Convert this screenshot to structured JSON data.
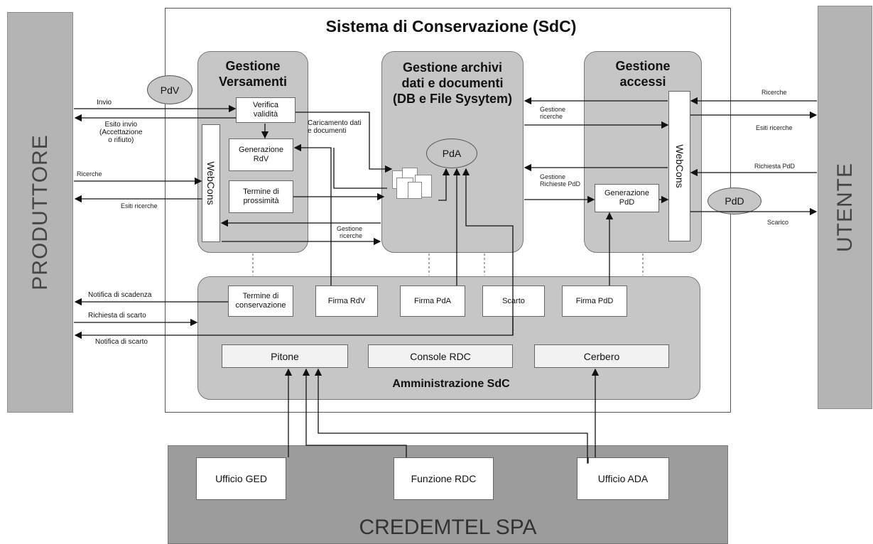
{
  "diagram": {
    "title": "Sistema di Conservazione (SdC)",
    "left_actor": "PRODUTTORE",
    "right_actor": "UTENTE",
    "bottom_org": "CREDEMTEL SPA",
    "pdv": "PdV",
    "pda": "PdA",
    "pdd": "PdD",
    "versamenti": {
      "title": "Gestione\nVersamenti",
      "verifica": "Verifica\nvalidità",
      "generazione_rdv": "Generazione\nRdV",
      "termine_prossimita": "Termine di\nprossimità",
      "webcons": "WebCons"
    },
    "archivi": {
      "title": "Gestione archivi\ndati e documenti\n(DB e File Sysytem)"
    },
    "accessi": {
      "title": "Gestione\naccessi",
      "webcons": "WebCons",
      "generazione_pdd": "Generazione\nPdD"
    },
    "amministrazione": {
      "title": "Amministrazione SdC",
      "termine_conservazione": "Termine di\nconservazione",
      "firma_rdv": "Firma RdV",
      "firma_pda": "Firma PdA",
      "scarto": "Scarto",
      "firma_pdd": "Firma PdD",
      "pitone": "Pitone",
      "console_rdc": "Console RDC",
      "cerbero": "Cerbero"
    },
    "credemtel": {
      "ufficio_ged": "Ufficio GED",
      "funzione_rdc": "Funzione RDC",
      "ufficio_ada": "Ufficio ADA"
    },
    "flow_labels": {
      "invio": "Invio",
      "esito_invio": "Esito invio\n(Accettazione\no rifiuto)",
      "ricerche_left": "Ricerche",
      "esiti_ricerche_left": "Esiti ricerche",
      "caricamento": "Caricamento dati\ne documenti",
      "gestione_ricerche_left": "Gestione\nricerche",
      "gestione_ricerche_right": "Gestione\nricerche",
      "gestione_richieste_pdd": "Gestione\nRichieste PdD",
      "ricerche_right": "Ricerche",
      "esiti_ricerche_right": "Esiti ricerche",
      "richiesta_pdd": "Richiesta PdD",
      "scarico": "Scarico",
      "notifica_scadenza": "Notifica di scadenza",
      "richiesta_scarto": "Richiesta di scarto",
      "notifica_scarto": "Notifica di scarto"
    }
  }
}
